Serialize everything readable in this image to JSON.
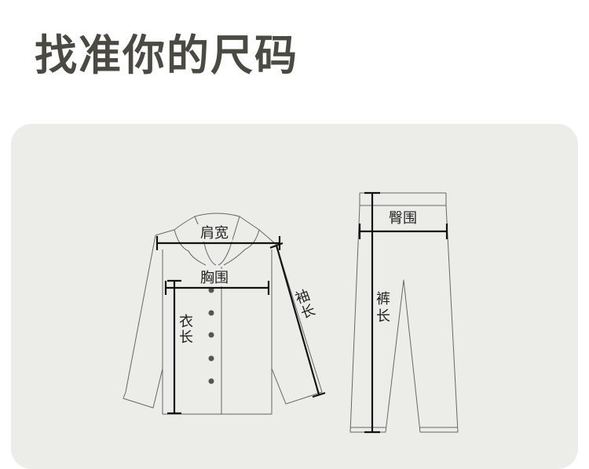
{
  "title": "找准你的尺码",
  "labels": {
    "shoulder": "肩宽",
    "chest": "胸围",
    "length": "衣长",
    "sleeve": "袖长",
    "hip": "臀围",
    "pants_length": "裤长"
  }
}
